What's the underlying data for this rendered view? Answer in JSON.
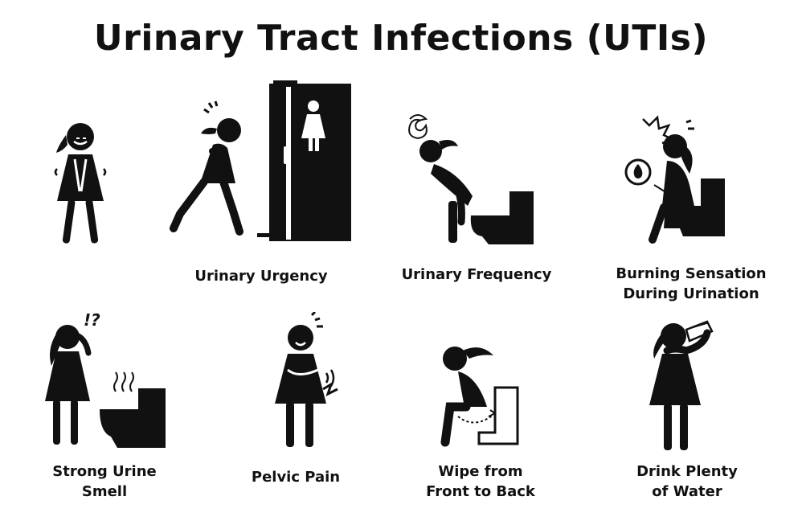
{
  "title": "Urinary Tract Infections (UTIs)",
  "row1": [
    {
      "id": "holding",
      "caption": []
    },
    {
      "id": "urgency",
      "caption": [
        "Urinary Urgency"
      ]
    },
    {
      "id": "frequency",
      "caption": [
        "Urinary Frequency"
      ]
    },
    {
      "id": "burning",
      "caption": [
        "Burning Sensation",
        "During Urination"
      ]
    }
  ],
  "row2": [
    {
      "id": "smell",
      "caption": [
        "Strong Urine",
        "Smell"
      ],
      "mark": "!?"
    },
    {
      "id": "pelvic",
      "caption": [
        "Pelvic Pain"
      ]
    },
    {
      "id": "wipe",
      "caption": [
        "Wipe from",
        "Front to Back"
      ]
    },
    {
      "id": "water",
      "caption": [
        "Drink Plenty",
        "of Water"
      ]
    }
  ],
  "colors": {
    "ink": "#111111",
    "background": "#ffffff"
  }
}
